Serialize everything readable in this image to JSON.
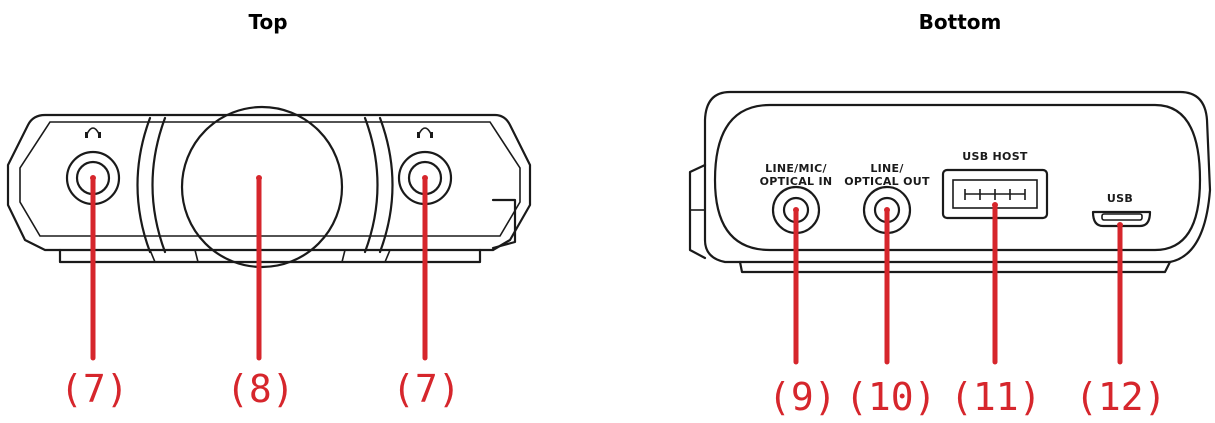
{
  "views": {
    "top": {
      "title": "Top"
    },
    "bottom": {
      "title": "Bottom"
    }
  },
  "callouts": {
    "top_left": "(7)",
    "top_knob": "(8)",
    "top_right": "(7)",
    "line_in": "(9)",
    "optical_out": "(10)",
    "usb_host": "(11)",
    "usb": "(12)"
  },
  "port_labels": {
    "line_in_1": "LINE/MIC/",
    "line_in_2": "OPTICAL IN",
    "optical_out_1": "LINE/",
    "optical_out_2": "OPTICAL OUT",
    "usb_host": "USB HOST",
    "usb": "USB"
  },
  "colors": {
    "callout": "#d6262c",
    "outline": "#1a1a1a"
  },
  "icons": {
    "headphone_left": "headphone-icon",
    "headphone_right": "headphone-icon"
  }
}
